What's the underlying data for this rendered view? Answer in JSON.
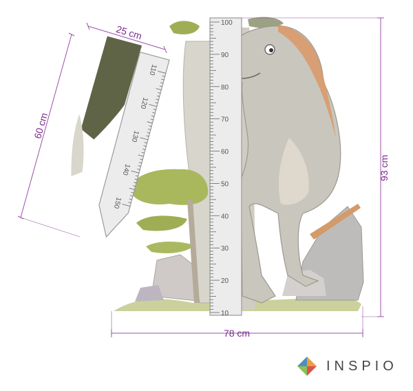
{
  "dimensions": {
    "width_main": "78 cm",
    "height_main": "93 cm",
    "width_extension": "25 cm",
    "height_extension": "60 cm"
  },
  "ruler_main": {
    "labels": [
      "100",
      "90",
      "80",
      "70",
      "60",
      "50",
      "40",
      "30",
      "20",
      "10"
    ]
  },
  "ruler_extension": {
    "labels": [
      "110",
      "120",
      "130",
      "140",
      "150"
    ]
  },
  "brand": {
    "name": "INSPIO",
    "logo_colors": [
      "#e9a03b",
      "#d9534f",
      "#8cc152",
      "#4a90c2"
    ]
  },
  "colors": {
    "dimension_line": "#9b4fa8",
    "ruler_fill": "#e6e6e6",
    "dino_body": "#c9c6bd",
    "dino_back": "#d99866",
    "foliage": "#a8b85a"
  }
}
